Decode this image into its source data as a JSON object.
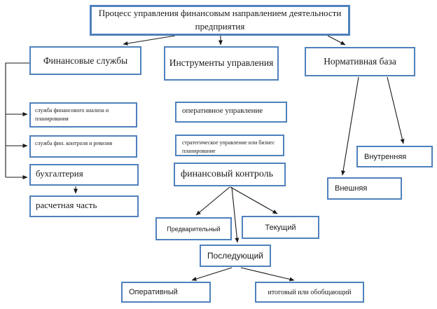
{
  "diagram": {
    "language": "ru",
    "colors": {
      "box_border": "#4f81bd",
      "line": "#1a1a1a",
      "text": "#1a1a1a",
      "background": "#ffffff"
    },
    "nodes": {
      "title": {
        "label": "Процесс управления финансовым направлением деятельности предприятия"
      },
      "fin_services": {
        "label": "Финансовые службы"
      },
      "instruments": {
        "label": "Инструменты управления"
      },
      "normative": {
        "label": "Нормативная база"
      },
      "fin_analysis": {
        "label": "служба финансового анализа и планирования"
      },
      "fin_control_revision": {
        "label": "служба фин. контроля и ревизия"
      },
      "accounting": {
        "label": "бухгалтерия"
      },
      "settlement": {
        "label": "расчетная часть"
      },
      "operational_mgmt": {
        "label": "оперативное управление"
      },
      "strategic_mgmt": {
        "label": "стратегическое управление или бизнес планирование"
      },
      "fin_control": {
        "label": "финансовый контроль"
      },
      "preliminary": {
        "label": "Предварительный"
      },
      "current": {
        "label": "Текущий"
      },
      "subsequent": {
        "label": "Последующий"
      },
      "operational": {
        "label": "Оперативный"
      },
      "final": {
        "label": "итоговый или обобщающий"
      },
      "internal": {
        "label": "Внутренняя"
      },
      "external": {
        "label": "Внешняя"
      }
    },
    "edges": [
      {
        "from": "title",
        "to": "fin_services"
      },
      {
        "from": "title",
        "to": "instruments"
      },
      {
        "from": "title",
        "to": "normative"
      },
      {
        "from": "fin_services",
        "to": "fin_analysis"
      },
      {
        "from": "fin_services",
        "to": "fin_control_revision"
      },
      {
        "from": "fin_services",
        "to": "accounting"
      },
      {
        "from": "accounting",
        "to": "settlement"
      },
      {
        "from": "fin_control",
        "to": "preliminary"
      },
      {
        "from": "fin_control",
        "to": "current"
      },
      {
        "from": "fin_control",
        "to": "subsequent"
      },
      {
        "from": "subsequent",
        "to": "operational"
      },
      {
        "from": "subsequent",
        "to": "final"
      },
      {
        "from": "normative",
        "to": "internal"
      },
      {
        "from": "normative",
        "to": "external"
      }
    ]
  }
}
